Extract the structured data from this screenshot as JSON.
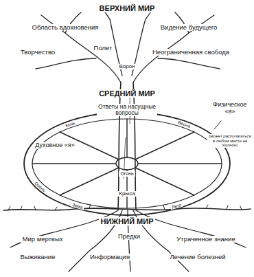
{
  "diagram": {
    "labels": [
      "ВЕРХНИЙ МИР",
      "Область вдохновения",
      "Видение будущего",
      "Творчество",
      "Полет",
      "Неограниченная свобода",
      "Ворон",
      "СРЕДНИЙ МИР",
      "Ответы на насущные вопросы",
      "Духовное «я»",
      "Физическое «я»",
      "(может располагаться в любом месте на Колесе)",
      "Огонь",
      "Крыса",
      "Конь",
      "Весна",
      "Лето",
      "Осень",
      "Зима",
      "НИЖНИЙ МИР",
      "Мир мертвых",
      "Предки",
      "Утраченное знание",
      "Выживание",
      "Информация",
      "Лечение болезней"
    ]
  }
}
